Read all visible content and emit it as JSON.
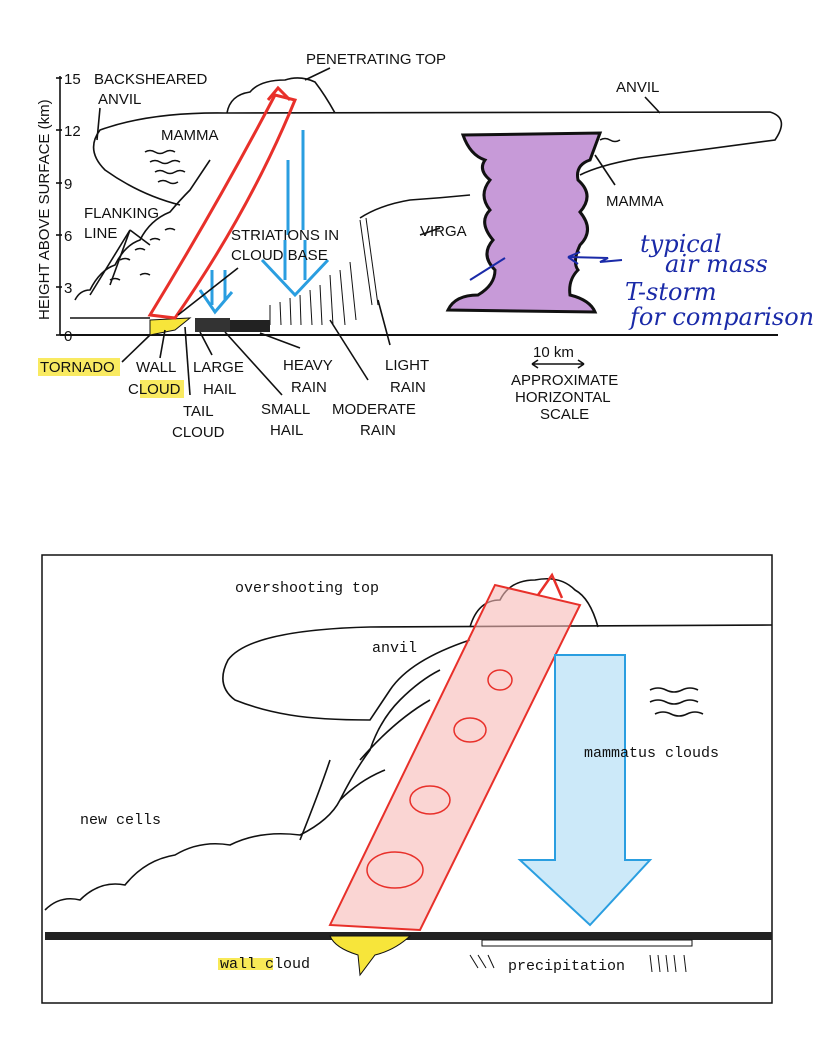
{
  "top_diagram": {
    "y_axis_label": "HEIGHT ABOVE SURFACE (km)",
    "y_ticks": [
      "15",
      "12",
      "9",
      "6",
      "3",
      "0"
    ],
    "labels": {
      "backsheared_anvil": [
        "BACKSHEARED",
        "ANVIL"
      ],
      "penetrating_top": "PENETRATING TOP",
      "anvil": "ANVIL",
      "mamma_left": "MAMMA",
      "mamma_right": "MAMMA",
      "flanking_line": [
        "FLANKING",
        "LINE"
      ],
      "striations": [
        "STRIATIONS IN",
        "CLOUD BASE"
      ],
      "virga": "VIRGA",
      "tornado": "TORNADO",
      "wall_cloud": [
        "WALL",
        "CLOUD"
      ],
      "tail_cloud": [
        "TAIL",
        "CLOUD"
      ],
      "large_hail": [
        "LARGE",
        "HAIL"
      ],
      "small_hail": [
        "SMALL",
        "HAIL"
      ],
      "heavy_rain": [
        "HEAVY",
        "RAIN"
      ],
      "moderate_rain": [
        "MODERATE",
        "RAIN"
      ],
      "light_rain": [
        "LIGHT",
        "RAIN"
      ],
      "scale_value": "10 km",
      "scale_caption": [
        "APPROXIMATE",
        "HORIZONTAL",
        "SCALE"
      ]
    },
    "handwritten_note": [
      "typical",
      "air mass",
      "T-storm",
      "for comparison"
    ]
  },
  "bottom_diagram": {
    "labels": {
      "overshooting_top": "overshooting top",
      "anvil": "anvil",
      "mammatus_clouds": "mammatus clouds",
      "new_cells": "new cells",
      "wall_cloud": "wall cloud",
      "precipitation": "precipitation"
    }
  },
  "colors": {
    "updraft": "#e8302a",
    "downdraft": "#2a9ee0",
    "highlight": "#f7e53a",
    "airmass_storm": "#a05bc0",
    "handwriting": "#1a2aa8"
  }
}
